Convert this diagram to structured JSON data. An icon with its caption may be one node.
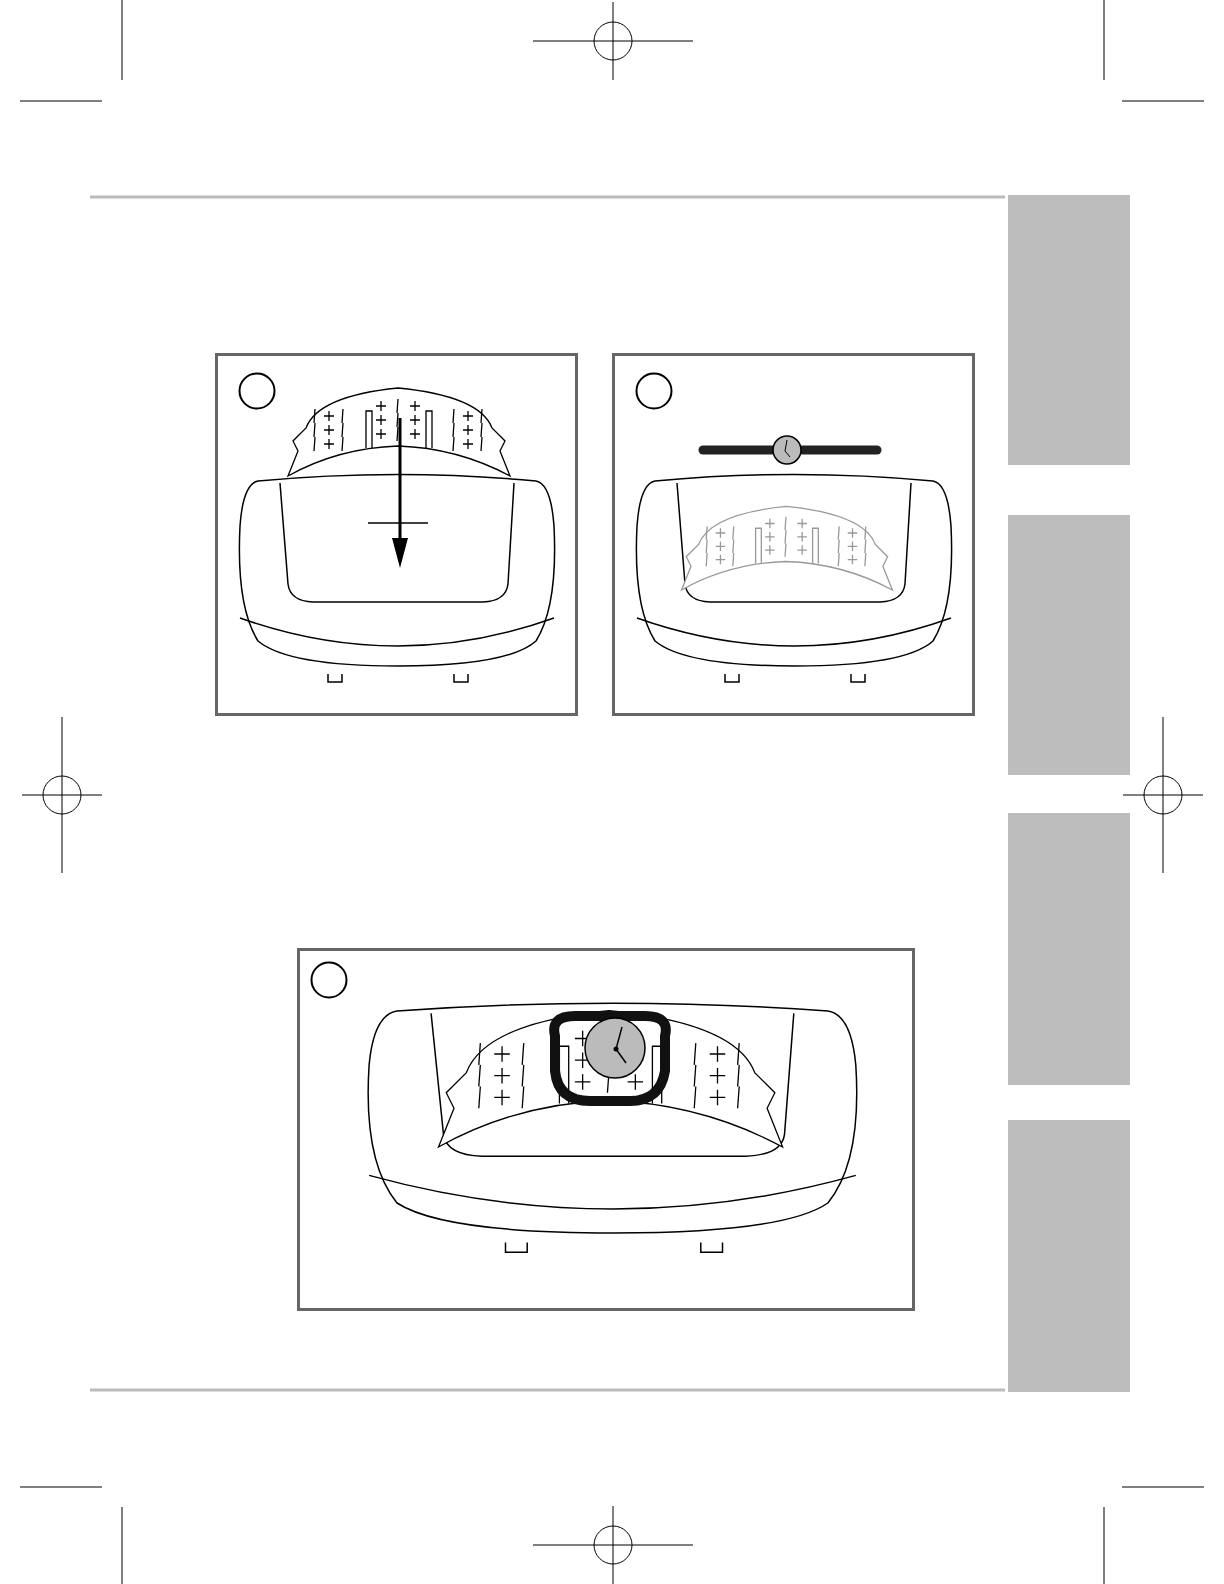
{
  "diagram": {
    "nodes": [
      {
        "text": [],
        "shape": "box"
      },
      {
        "text": [],
        "shape": "circle",
        "in": 0
      },
      {
        "text": [],
        "shape": "box"
      },
      {
        "text": [],
        "shape": "circle",
        "in": 2
      },
      {
        "text": [],
        "shape": "box"
      },
      {
        "text": [],
        "shape": "circle",
        "in": 4
      }
    ]
  }
}
